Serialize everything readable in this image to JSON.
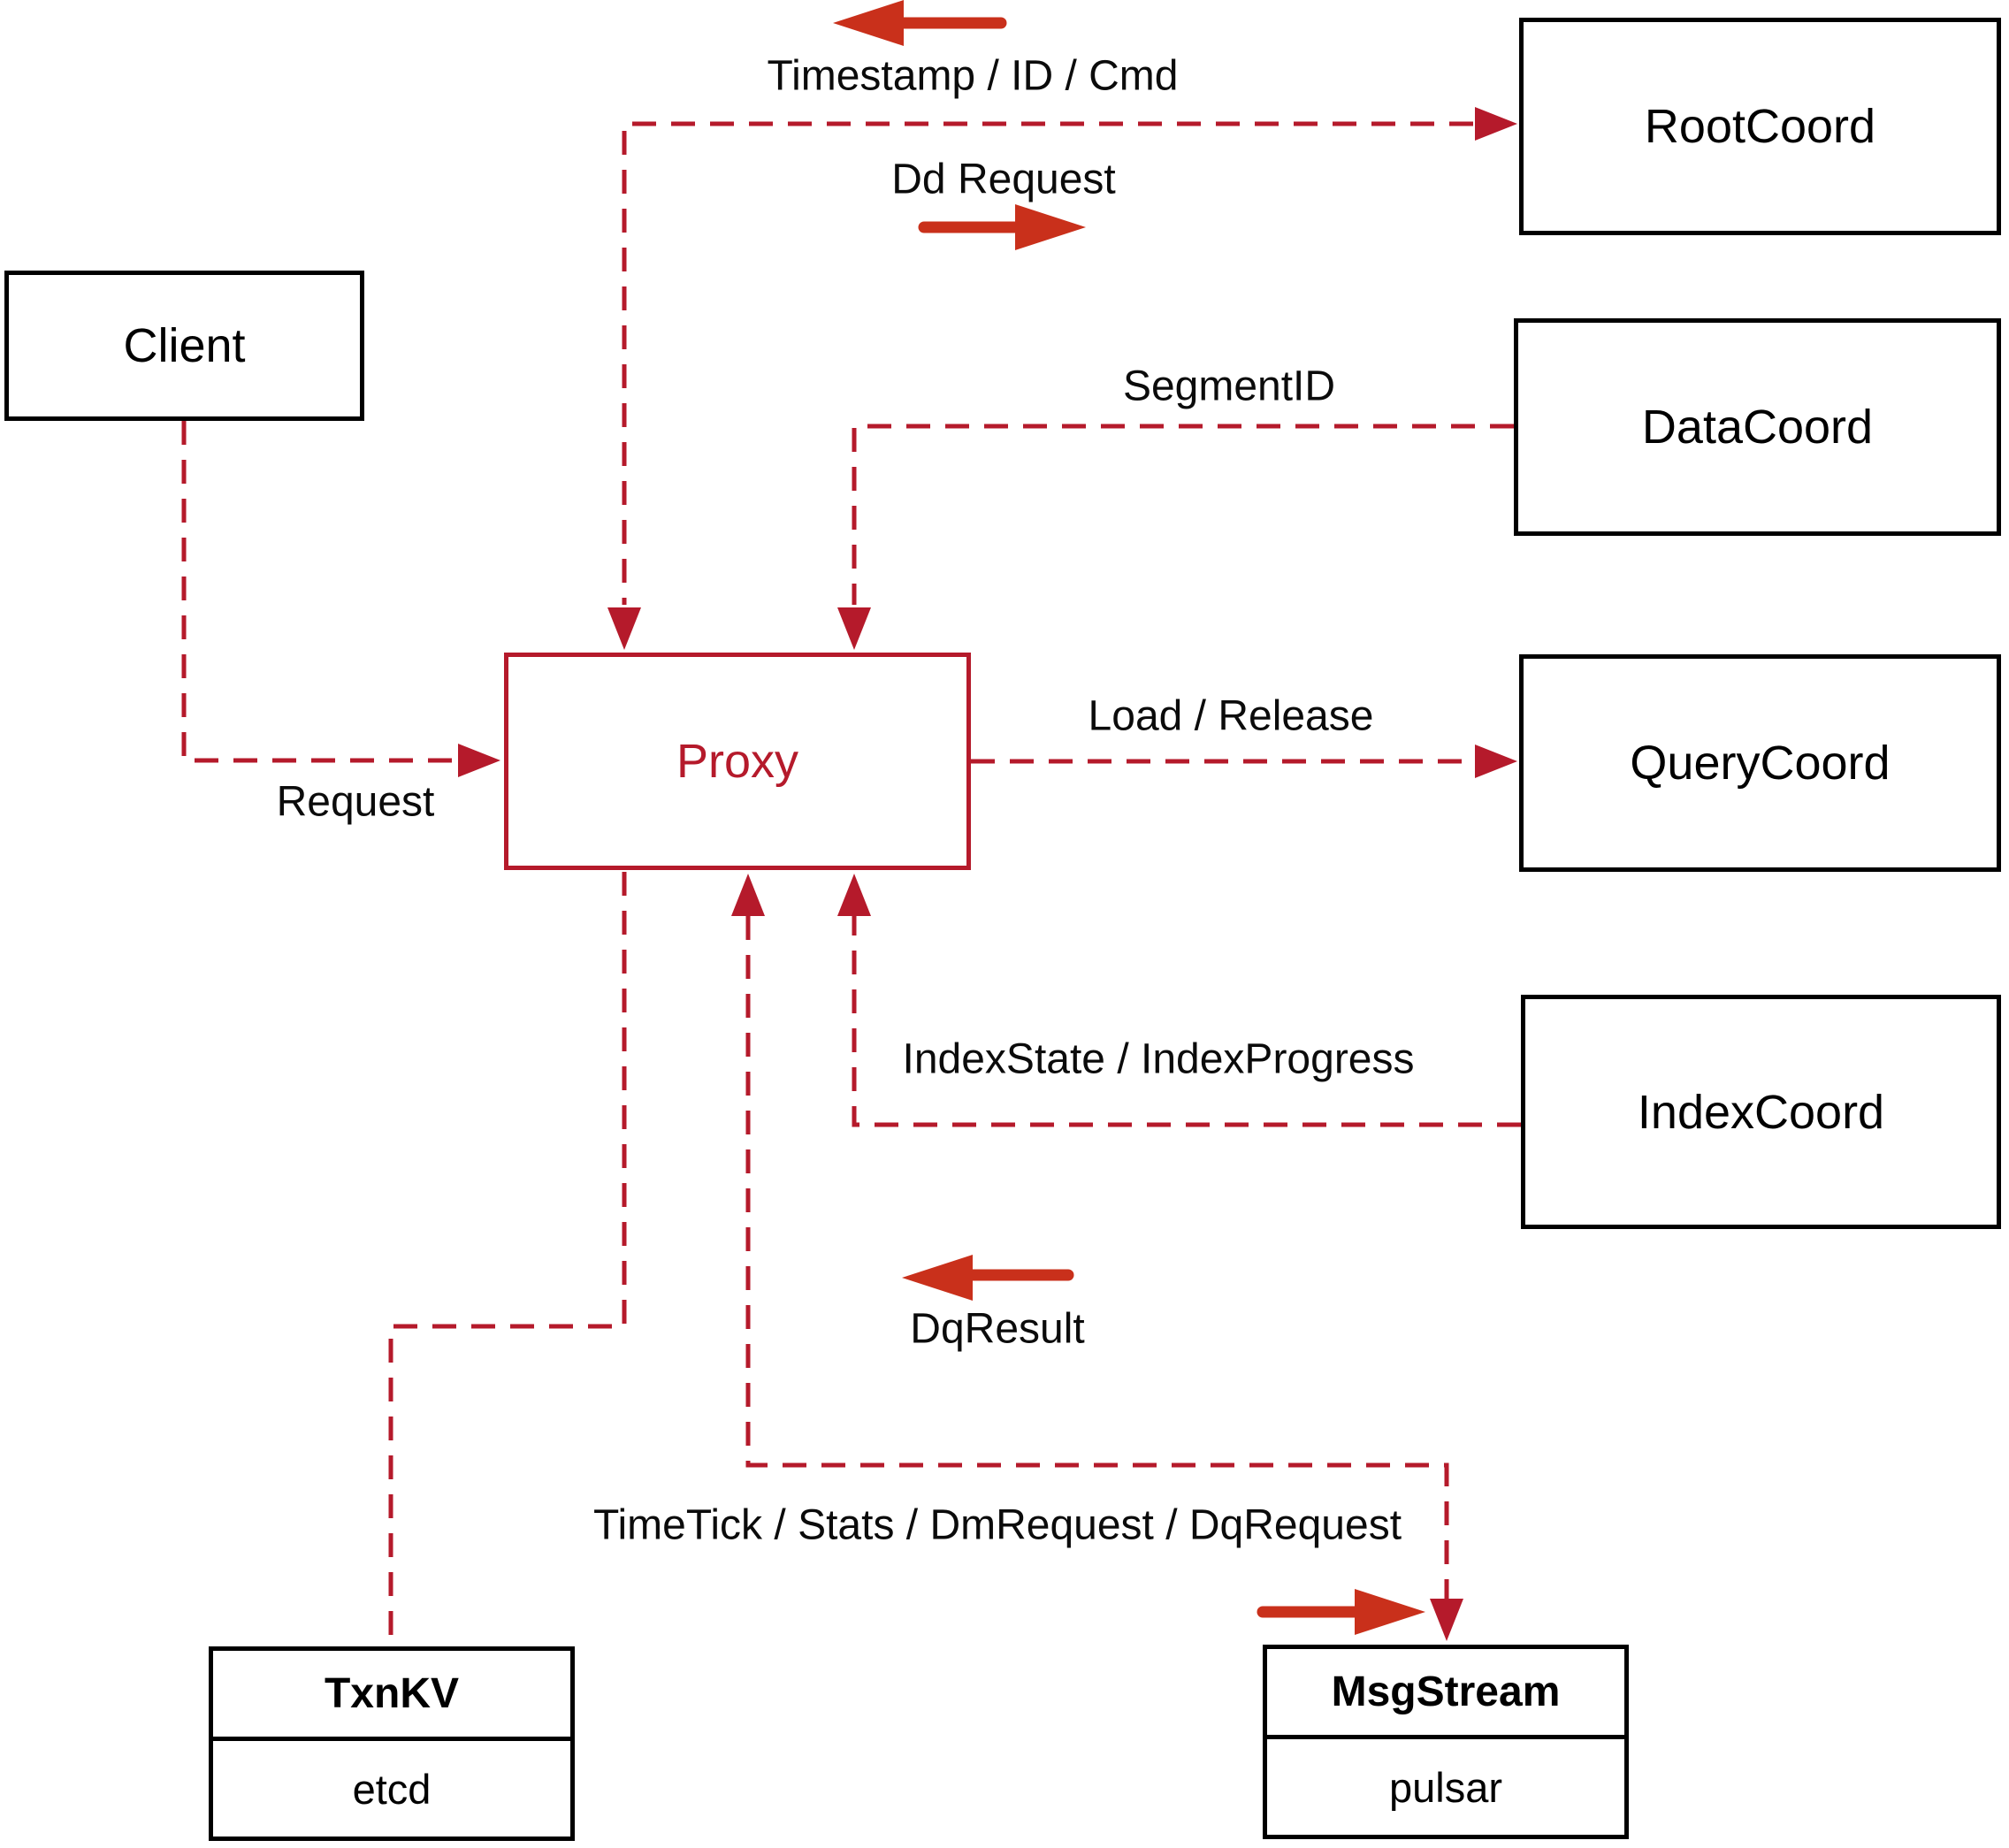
{
  "diagram": {
    "nodes": {
      "client": {
        "label": "Client"
      },
      "proxy": {
        "label": "Proxy"
      },
      "rootcoord": {
        "label": "RootCoord"
      },
      "datacoord": {
        "label": "DataCoord"
      },
      "querycoord": {
        "label": "QueryCoord"
      },
      "indexcoord": {
        "label": "IndexCoord"
      },
      "txnkv": {
        "title": "TxnKV",
        "impl": "etcd"
      },
      "msgstream": {
        "title": "MsgStream",
        "impl": "pulsar"
      }
    },
    "edge_labels": {
      "timestamp_id_cmd": "Timestamp / ID / Cmd",
      "dd_request": "Dd Request",
      "segment_id": "SegmentID",
      "load_release": "Load / Release",
      "index_state": "IndexState / IndexProgress",
      "request": "Request",
      "dq_result": "DqResult",
      "timetick": "TimeTick / Stats / DmRequest / DqRequest"
    },
    "colors": {
      "line": "#b51a2b",
      "arrow": "#c9301b",
      "border": "#000000",
      "bg": "#ffffff"
    }
  }
}
